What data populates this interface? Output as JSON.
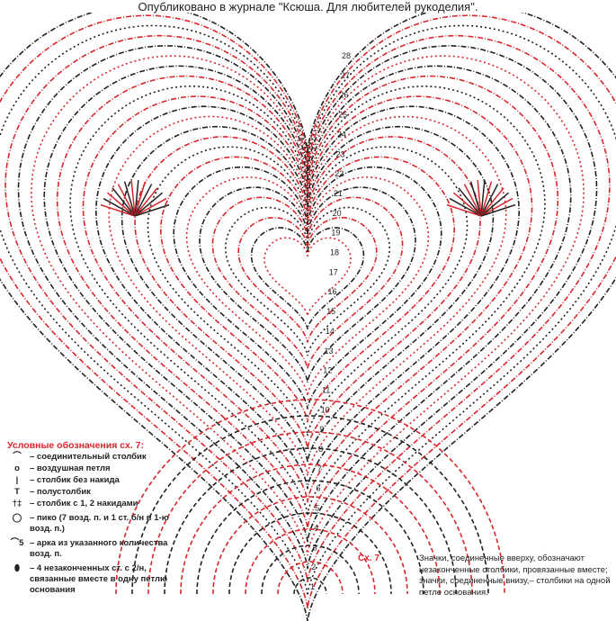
{
  "title": "Опубликовано в журнале \"Ксюша. Для любителей рукоделия\".",
  "scheme_label": "Сх. 7",
  "colors": {
    "red": "#d8262b",
    "black": "#222222"
  },
  "row_numbers": [
    "1",
    "2",
    "3",
    "4",
    "5",
    "6",
    "7",
    "8",
    "9",
    "10",
    "11",
    "12",
    "13",
    "14",
    "15",
    "16",
    "17",
    "18",
    "19",
    "20",
    "21",
    "22",
    "23",
    "24",
    "25",
    "26",
    "27",
    "28"
  ],
  "legend": {
    "heading": "Условные обозначения сх. 7:",
    "items": [
      {
        "icon": "slip-stitch-icon",
        "symbol": "⌒",
        "text": "– соединительный столбик"
      },
      {
        "icon": "chain-stitch-icon",
        "symbol": "o",
        "text": "– воздушная петля"
      },
      {
        "icon": "single-crochet-icon",
        "symbol": "|",
        "text": "– столбик без накида"
      },
      {
        "icon": "half-double-crochet-icon",
        "symbol": "T",
        "text": "– полустолбик"
      },
      {
        "icon": "double-crochet-icon",
        "symbol": "†‡",
        "text": "– столбик с 1, 2 накидами"
      },
      {
        "icon": "picot-icon",
        "symbol": "◯",
        "text": "– пико (7 возд. п. и 1 ст. б/н в 1-ю возд. п.)"
      },
      {
        "icon": "chain-arch-icon",
        "symbol": "⌒5",
        "text": "– арка из указанного количества возд. п."
      },
      {
        "icon": "cluster-icon",
        "symbol": "⬮",
        "text": "– 4 незаконченных ст. с 2/н, связанные вместе в одну петлю основания"
      }
    ]
  },
  "note": "Значки, соединенные вверху, обозначают незаконченные столбики, провязанные вместе; значки, соединенные внизу,– столбики на одной петле основания."
}
